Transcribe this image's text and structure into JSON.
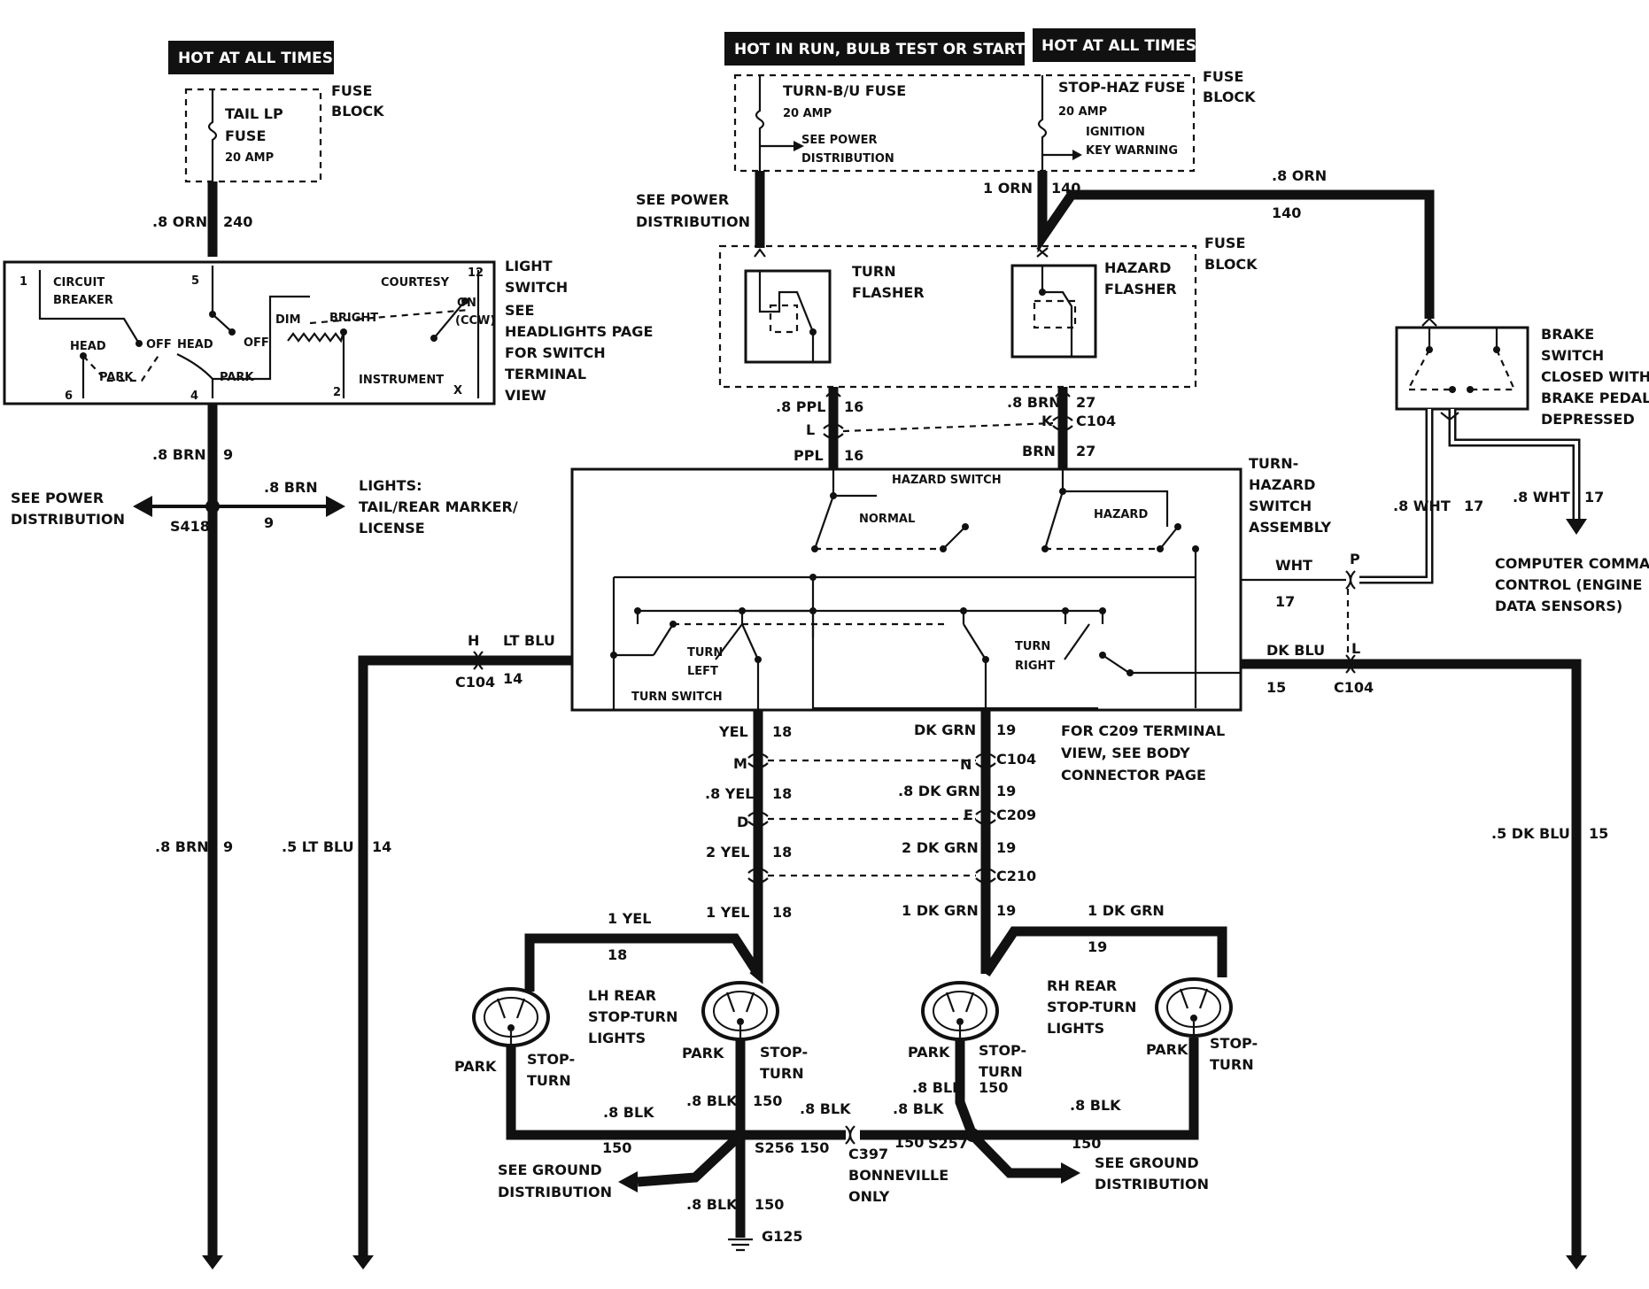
{
  "headers": {
    "hot_at_all_times_left": "HOT AT ALL TIMES",
    "hot_in_run": "HOT IN RUN,  BULB TEST OR START",
    "hot_at_all_times_right": "HOT AT ALL TIMES"
  },
  "fuse_block_left": {
    "fuse_name_1": "TAIL LP",
    "fuse_name_2": "FUSE",
    "amp": "20 AMP",
    "block_1": "FUSE",
    "block_2": "BLOCK"
  },
  "wire_240": {
    "size": ".8 ORN",
    "circuit": "240"
  },
  "light_switch": {
    "title_1": "LIGHT",
    "title_2": "SWITCH",
    "note_1": "SEE",
    "note_2": "HEADLIGHTS PAGE",
    "note_3": "FOR SWITCH",
    "note_4": "TERMINAL",
    "note_5": "VIEW",
    "circuit": "CIRCUIT",
    "breaker": "BREAKER",
    "head_1": "HEAD",
    "off_1": "OFF",
    "head_2": "HEAD",
    "off_2": "OFF",
    "park_1": "PARK",
    "park_2": "PARK",
    "dim": "DIM",
    "bright": "BRIGHT",
    "courtesy": "COURTESY",
    "on": "ON",
    "ccw": "(CCW)",
    "instrument": "INSTRUMENT",
    "t1": "1",
    "t5": "5",
    "t12": "12",
    "t6": "6",
    "t4": "4",
    "t2": "2",
    "tx": "X"
  },
  "wire_9": {
    "size": ".8 BRN",
    "circuit": "9",
    "branch_size": ".8 BRN",
    "branch_circuit": "9",
    "splice": "S418",
    "see_power_1": "SEE POWER",
    "see_power_2": "DISTRIBUTION",
    "lights_1": "LIGHTS:",
    "lights_2": "TAIL/REAR MARKER/",
    "lights_3": "LICENSE",
    "lower_size": ".8 BRN",
    "lower_circuit": "9"
  },
  "fuse_block_top": {
    "turn_fuse": "TURN-B/U FUSE",
    "turn_amp": "20 AMP",
    "see_power": "SEE POWER",
    "distribution": "DISTRIBUTION",
    "stop_fuse": "STOP-HAZ FUSE",
    "stop_amp": "20 AMP",
    "ignition": "IGNITION",
    "key_warning": "KEY WARNING",
    "block_1": "FUSE",
    "block_2": "BLOCK"
  },
  "see_power_mid_1": "SEE POWER",
  "see_power_mid_2": "DISTRIBUTION",
  "wire_140": {
    "size_1": "1 ORN",
    "circuit_1": "140",
    "size_2": ".8 ORN",
    "circuit_2": "140"
  },
  "flasher_block": {
    "turn_1": "TURN",
    "turn_2": "FLASHER",
    "hazard_1": "HAZARD",
    "hazard_2": "FLASHER",
    "block_1": "FUSE",
    "block_2": "BLOCK"
  },
  "brake_switch": {
    "title_1": "BRAKE",
    "title_2": "SWITCH",
    "desc_1": "CLOSED WITH",
    "desc_2": "BRAKE PEDAL",
    "desc_3": "DEPRESSED"
  },
  "wire_16": {
    "size": ".8 PPL",
    "circuit": "16",
    "pin": "L",
    "lower_color": "PPL",
    "lower_circuit": "16"
  },
  "wire_27": {
    "size": ".8 BRN",
    "circuit": "27",
    "pin": "K",
    "connector": "C104",
    "lower_color": "BRN",
    "lower_circuit": "27"
  },
  "turn_hazard": {
    "title_1": "TURN-",
    "title_2": "HAZARD",
    "title_3": "SWITCH",
    "title_4": "ASSEMBLY",
    "hazard_switch": "HAZARD SWITCH",
    "normal": "NORMAL",
    "hazard": "HAZARD",
    "turn_left_1": "TURN",
    "turn_left_2": "LEFT",
    "turn_right_1": "TURN",
    "turn_right_2": "RIGHT",
    "turn_switch": "TURN SWITCH"
  },
  "wire_17": {
    "color": "WHT",
    "circuit": "17",
    "pin": "P",
    "size_1": ".8 WHT",
    "circuit_1": "17",
    "size_2": ".8 WHT",
    "circuit_2": "17",
    "computer_1": "COMPUTER COMMAND",
    "computer_2": "CONTROL (ENGINE",
    "computer_3": "DATA SENSORS)"
  },
  "wire_14": {
    "pin": "H",
    "color": "LT BLU",
    "connector": "C104",
    "circuit": "14",
    "lower_size": ".5 LT BLU",
    "lower_circuit": "14"
  },
  "wire_15": {
    "color": "DK BLU",
    "pin": "L",
    "circuit": "15",
    "connector": "C104",
    "lower_size": ".5 DK BLU",
    "lower_circuit": "15"
  },
  "wire_18": {
    "c1": "YEL",
    "n1": "18",
    "pin_m": "M",
    "c2": ".8 YEL",
    "n2": "18",
    "pin_d": "D",
    "c3": "2 YEL",
    "n3": "18",
    "c4": "1 YEL",
    "n4": "18",
    "branch_c": "1 YEL",
    "branch_n": "18"
  },
  "wire_19": {
    "c1": "DK GRN",
    "n1": "19",
    "pin_n": "N",
    "conn_1": "C104",
    "c2": ".8 DK GRN",
    "n2": "19",
    "pin_e": "E",
    "conn_2": "C209",
    "c3": "2 DK GRN",
    "n3": "19",
    "conn_3": "C210",
    "c4": "1 DK GRN",
    "n4": "19",
    "branch_c": "1 DK GRN",
    "branch_n": "19"
  },
  "c209_note": {
    "line_1": "FOR C209 TERMINAL",
    "line_2": "VIEW, SEE BODY",
    "line_3": "CONNECTOR PAGE"
  },
  "lh_rear": {
    "line_1": "LH REAR",
    "line_2": "STOP-TURN",
    "line_3": "LIGHTS"
  },
  "rh_rear": {
    "line_1": "RH REAR",
    "line_2": "STOP-TURN",
    "line_3": "LIGHTS"
  },
  "bulbs": {
    "park": "PARK",
    "stop": "STOP-",
    "turn": "TURN"
  },
  "ground": {
    "blk_1": ".8 BLK",
    "n_150_1": "150",
    "blk_2": ".8 BLK",
    "n_150_2": "150",
    "blk_3": ".8 BLK",
    "blk_4": ".8 BLK",
    "blk_5": ".8 BLK",
    "n_150_3": "150",
    "blk_6": ".8 BLK",
    "n_150_4": "150",
    "n_150_5": "150",
    "n_150_6": "150",
    "n_150_7": "150",
    "splice_1": "S256",
    "conn": "C397",
    "bonneville_1": "BONNEVILLE",
    "bonneville_2": "ONLY",
    "splice_2": "S257",
    "see_ground_1": "SEE GROUND",
    "see_ground_2": "DISTRIBUTION",
    "see_ground_3": "SEE GROUND",
    "see_ground_4": "DISTRIBUTION",
    "blk_7": ".8 BLK",
    "n_150_8": "150",
    "g125": "G125"
  }
}
